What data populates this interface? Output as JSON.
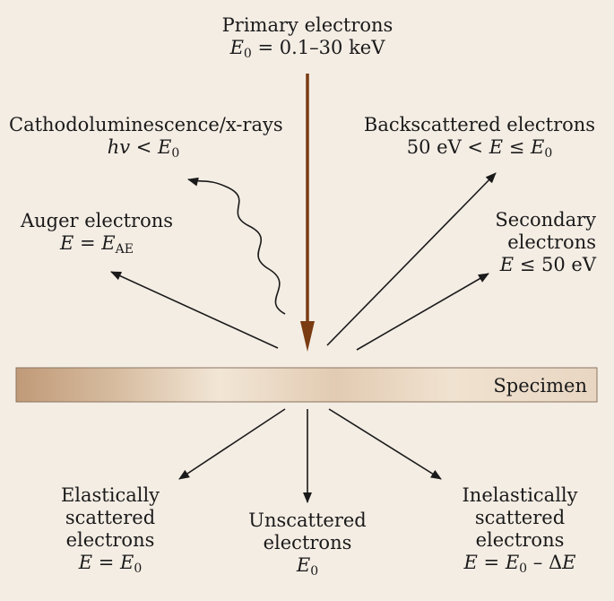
{
  "primary": {
    "line1": "Primary electrons",
    "formula": {
      "sym": "E",
      "sub": "0",
      "rest": " = 0.1–30 keV"
    }
  },
  "cathodo": {
    "line1": "Cathodoluminescence/x-rays",
    "formula": {
      "pre": "hv",
      "rel": " < ",
      "sym": "E",
      "sub": "0"
    }
  },
  "backscattered": {
    "line1": "Backscattered electrons",
    "formula": {
      "pre": "50 eV < ",
      "sym1": "E",
      "rel": " ≤ ",
      "sym": "E",
      "sub": "0"
    }
  },
  "auger": {
    "line1": "Auger electrons",
    "formula": {
      "sym1": "E",
      "rel": " = ",
      "sym": "E",
      "sub": "AE"
    }
  },
  "secondary": {
    "line1": "Secondary",
    "line2": "electrons",
    "formula": {
      "sym1": "E",
      "rest": " ≤ 50 eV"
    }
  },
  "specimen": {
    "label": "Specimen"
  },
  "elastic": {
    "line1": "Elastically",
    "line2": "scattered",
    "line3": "electrons",
    "formula": {
      "sym1": "E",
      "rel": " = ",
      "sym": "E",
      "sub": "0"
    }
  },
  "unscattered": {
    "line1": "Unscattered",
    "line2": "electrons",
    "formula": {
      "sym": "E",
      "sub": "0"
    }
  },
  "inelastic": {
    "line1": "Inelastically",
    "line2": "scattered",
    "line3": "electrons",
    "formula": {
      "sym1": "E",
      "rel": " = ",
      "sym": "E",
      "sub": "0",
      "rest": " – Δ",
      "sym2": "E"
    }
  },
  "colors": {
    "background": "#f4ede4",
    "beam": "#7a3b12",
    "arrow": "#1a1a1a",
    "specimen_light": "#f0e2d0",
    "specimen_dark": "#c09a78"
  }
}
